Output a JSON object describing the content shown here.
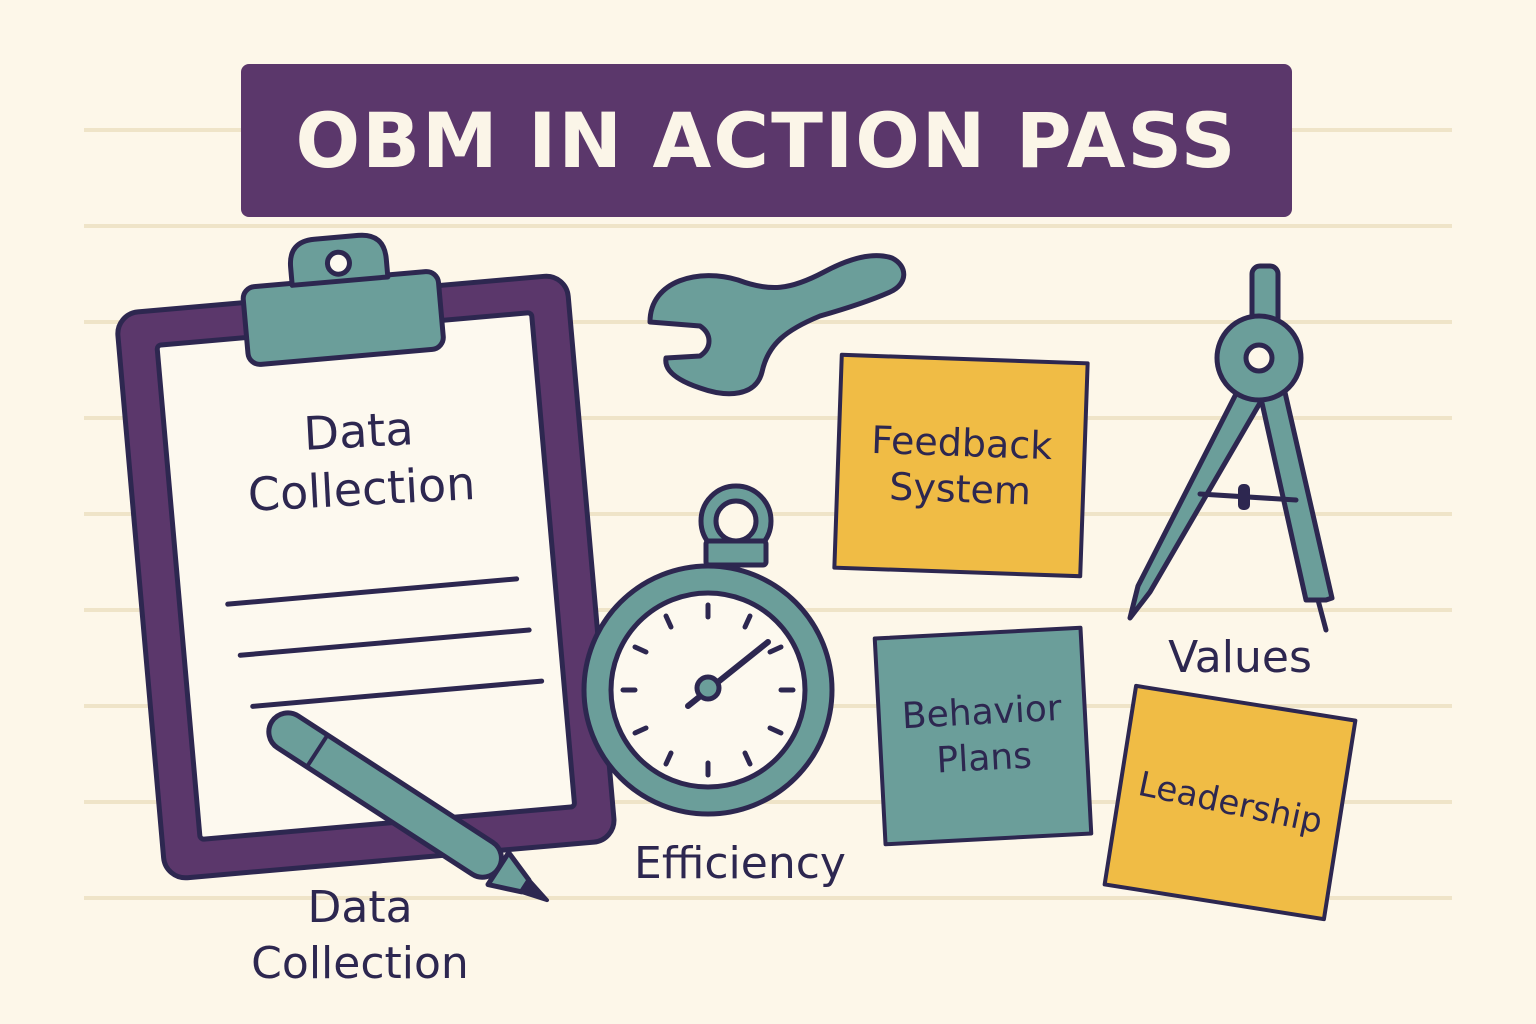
{
  "banner": {
    "title": "OBM IN ACTION PASS",
    "color": "#5b376b"
  },
  "clipboard": {
    "label": "Data\nCollection"
  },
  "labels": {
    "data_collection": "Data\nCollection",
    "efficiency": "Efficiency",
    "values": "Values"
  },
  "notes": {
    "feedback": {
      "text": "Feedback\nSystem",
      "color": "#f0bc45"
    },
    "behavior": {
      "text": "Behavior\nPlans",
      "color": "#6b9e9a"
    },
    "leadership": {
      "text": "Leadership",
      "color": "#f0bc45"
    }
  },
  "icons": [
    "clipboard-icon",
    "pen-icon",
    "wrench-icon",
    "stopwatch-icon",
    "compass-icon"
  ],
  "colors": {
    "background": "#fdf7e9",
    "outline": "#2d2750",
    "teal": "#6b9e9a",
    "purple": "#5b376b",
    "mustard": "#f0bc45"
  }
}
